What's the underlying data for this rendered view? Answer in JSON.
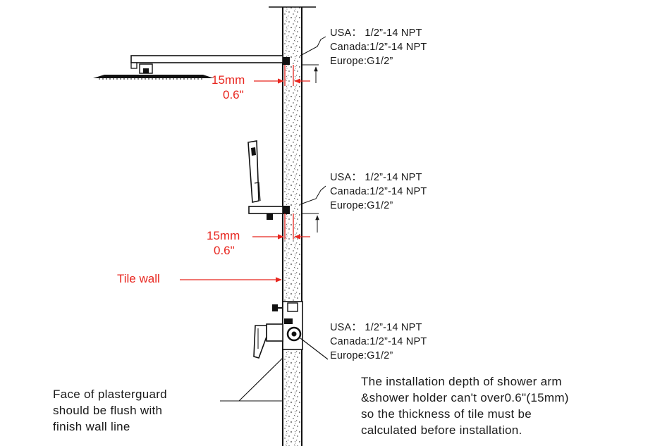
{
  "colors": {
    "accent_red": "#e8261f",
    "ink": "#1a1a1a",
    "background": "#ffffff"
  },
  "connections": [
    {
      "usa": "USA： 1/2”-14  NPT",
      "canada": "Canada:1/2”-14  NPT",
      "europe": "Europe:G1/2”"
    },
    {
      "usa": "USA： 1/2”-14  NPT",
      "canada": "Canada:1/2”-14  NPT",
      "europe": "Europe:G1/2”"
    },
    {
      "usa": "USA： 1/2”-14  NPT",
      "canada": "Canada:1/2”-14  NPT",
      "europe": "Europe:G1/2”"
    }
  ],
  "depth_labels": [
    {
      "mm": "15mm",
      "inch": "0.6\""
    },
    {
      "mm": "15mm",
      "inch": "0.6\""
    }
  ],
  "tile_wall": "Tile wall",
  "plasterguard_note": [
    "Face of plasterguard",
    "should be flush with",
    "finish wall line"
  ],
  "installation_note": [
    "The installation depth of shower arm",
    "&shower holder can't over0.6\"(15mm)",
    "so the thickness of tile must be",
    "calculated before installation."
  ],
  "icons": [
    "rain-shower-head-icon",
    "handheld-shower-icon",
    "diverter-valve-icon",
    "mixing-valve-handle-icon"
  ]
}
